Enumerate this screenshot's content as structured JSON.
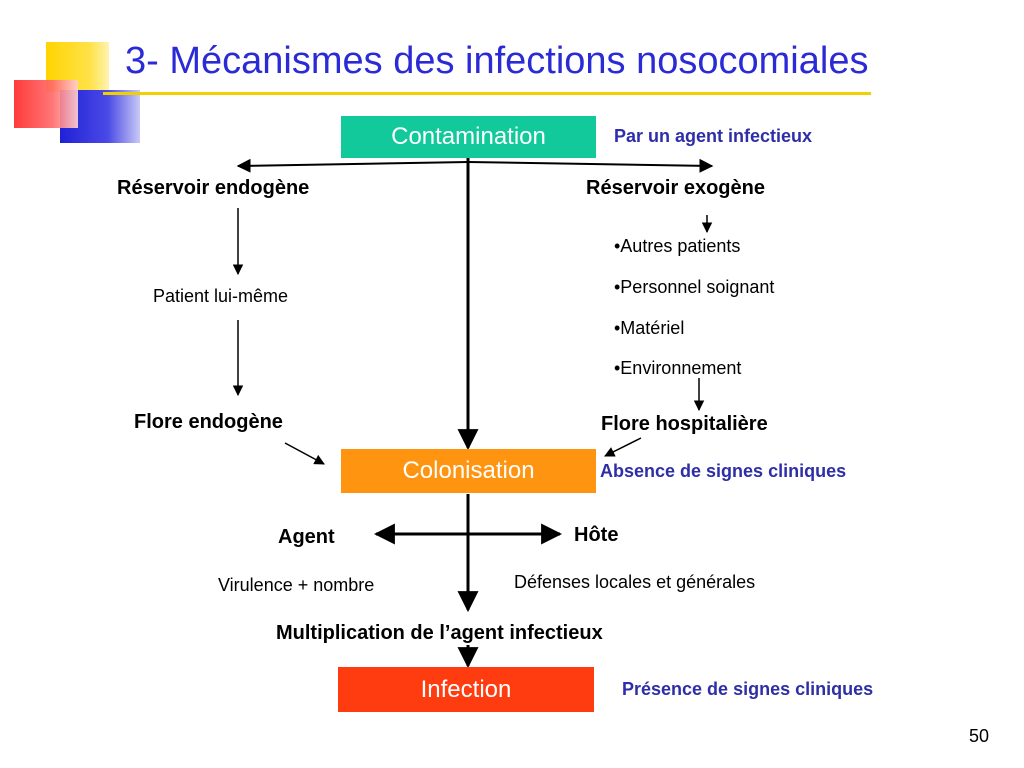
{
  "slide": {
    "title": "3- Mécanismes des infections nosocomiales",
    "page_number": "50"
  },
  "boxes": {
    "contamination": "Contamination",
    "colonisation": "Colonisation",
    "infection": "Infection"
  },
  "notes": {
    "contamination": "Par un agent infectieux",
    "colonisation": "Absence de signes cliniques",
    "infection": "Présence de signes cliniques"
  },
  "left_branch": {
    "heading": "Réservoir endogène",
    "source": "Patient lui-même",
    "flora": "Flore endogène"
  },
  "right_branch": {
    "heading": "Réservoir exogène",
    "sources": [
      "•Autres patients",
      "•Personnel soignant",
      "•Matériel",
      "•Environnement"
    ],
    "flora": "Flore hospitalière"
  },
  "factors": {
    "agent": "Agent",
    "agent_detail": "Virulence + nombre",
    "host": "Hôte",
    "host_detail": "Défenses locales et générales",
    "multiplication": "Multiplication de l’agent infectieux"
  },
  "colors": {
    "title": "#2b2bd6",
    "contamination_box": "#11c99a",
    "colonisation_box": "#ff9410",
    "infection_box": "#ff3b10",
    "note_text": "#2e2ea8",
    "title_rule": "#f0d000"
  }
}
